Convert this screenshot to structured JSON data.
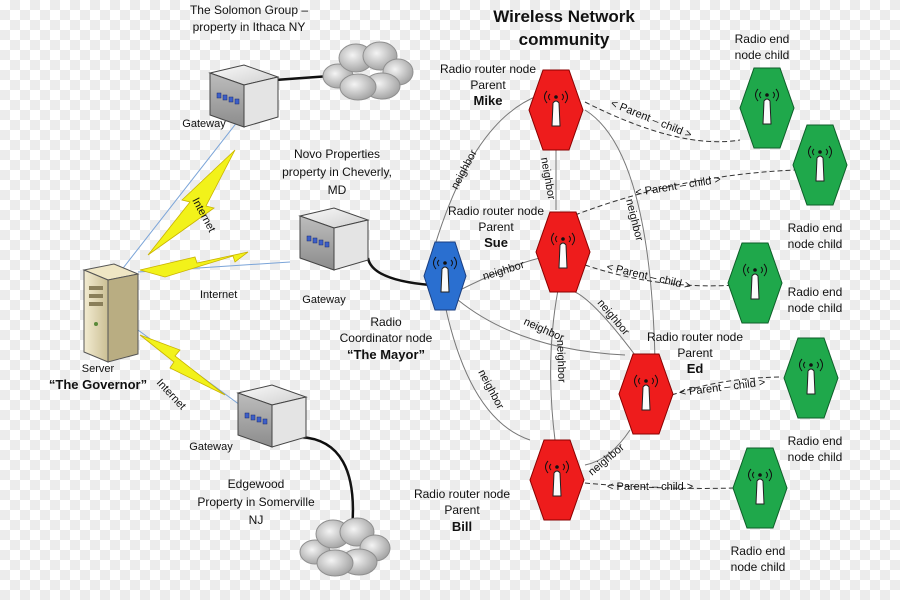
{
  "title_line1": "Wireless Network",
  "title_line2": "community",
  "solomon_line1": "The Solomon Group –",
  "solomon_line2": "property in Ithaca NY",
  "novo_line1": "Novo Properties",
  "novo_line2": "property in Cheverly,",
  "novo_line3": "MD",
  "edgewood_line1": "Edgewood",
  "edgewood_line2": "Property in Somerville",
  "edgewood_line3": "NJ",
  "gateway_label": "Gateway",
  "internet_label": "Internet",
  "server_label": "Server",
  "server_name": "“The Governor”",
  "coordinator_line1": "Radio",
  "coordinator_line2": "Coordinator node",
  "coordinator_name": "“The Mayor”",
  "router_line1": "Radio router node",
  "router_line2": "Parent",
  "router_names": {
    "mike": "Mike",
    "sue": "Sue",
    "ed": "Ed",
    "bill": "Bill"
  },
  "end_line1": "Radio end",
  "end_line2": "node child",
  "neighbor_label": "neighbor",
  "parent_child_label": "< Parent – child >",
  "colors": {
    "router_red": "#ee1c1c",
    "end_green": "#1fa84b",
    "coordinator_blue": "#2a6fd0",
    "lightning_yellow": "#f2f21a"
  }
}
